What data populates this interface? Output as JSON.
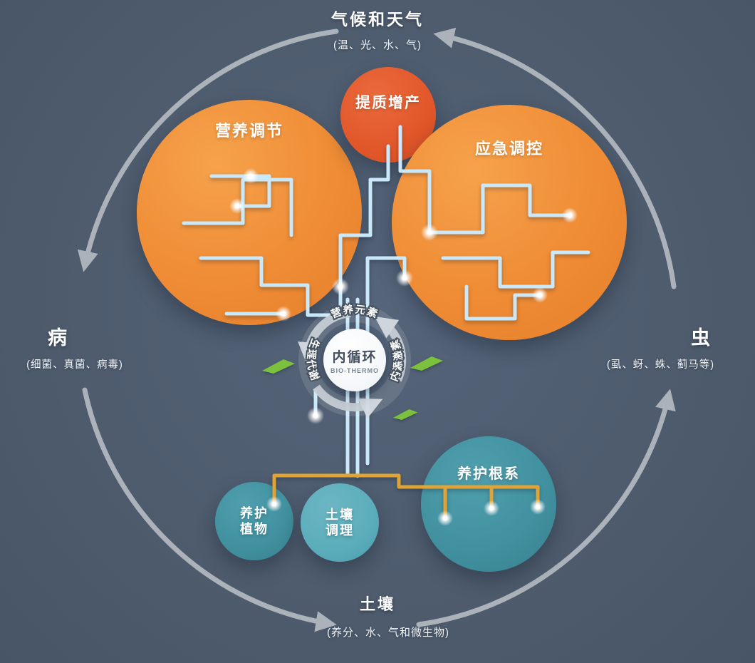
{
  "outer": {
    "top": {
      "title": "气候和天气",
      "subtitle": "(温、光、水、气)"
    },
    "left": {
      "title": "病",
      "subtitle": "(细菌、真菌、病毒)"
    },
    "right": {
      "title": "虫",
      "subtitle": "(虱、蚜、蛛、蓟马等)"
    },
    "bottom": {
      "title": "土壤",
      "subtitle": "(养分、水、气和微生物)"
    }
  },
  "bubbles": {
    "nutrition": "营养调节",
    "quality": "提质增产",
    "emergency": "应急调控",
    "root_care": "养护根系",
    "plant_care": "养护\n植物",
    "soil_conditioning": "土壤\n调理"
  },
  "center": {
    "title": "内循环",
    "subtitle": "BIO-THERMO",
    "ring_top": "营养元素",
    "ring_left": "生理代谢",
    "ring_right": "内源激素"
  },
  "colors": {
    "background": "#4e5c6e",
    "orange": "#ee8a33",
    "deep_orange": "#df5427",
    "teal": "#41909f",
    "teal_light": "#5badbb",
    "circuit_blue": "#c9e9fa",
    "circuit_orange": "#e0a436",
    "leaf_green": "#7cc13d",
    "arrow_gray": "#b6bcc3"
  }
}
